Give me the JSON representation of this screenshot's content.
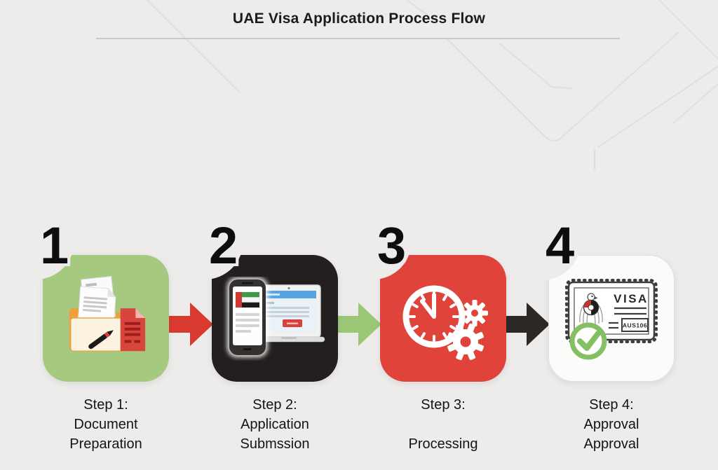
{
  "title": "UAE Visa Application Process Flow",
  "steps": [
    {
      "number": "1",
      "lines": [
        "Step 1:",
        "Document",
        "Preparation"
      ],
      "box_color": "#A5C97E",
      "icon": "folder-documents-icon"
    },
    {
      "number": "2",
      "lines": [
        "Step 2:",
        "Application",
        "Submssion"
      ],
      "box_color": "#221F1E",
      "icon": "phone-laptop-icon"
    },
    {
      "number": "3",
      "lines": [
        "Step 3:",
        "",
        "Processing"
      ],
      "box_color": "#E0433A",
      "icon": "clock-gears-icon"
    },
    {
      "number": "4",
      "lines": [
        "Step 4:",
        "Approval",
        "Approval"
      ],
      "box_color": "#FBFBFA",
      "icon": "visa-stamp-icon"
    }
  ],
  "arrows": [
    {
      "color": "#D93A30",
      "direction": "right"
    },
    {
      "color": "#9CC777",
      "direction": "right"
    },
    {
      "color": "#2B2826",
      "direction": "right"
    }
  ],
  "visa_stamp": {
    "visa_text": "VISA",
    "code_text": "AUS106"
  },
  "colors": {
    "background": "#EDECEA",
    "title_text": "#1B1B1B",
    "divider": "#C9C8C6",
    "label_text": "#141414",
    "number_text": "#0D0D0D"
  }
}
